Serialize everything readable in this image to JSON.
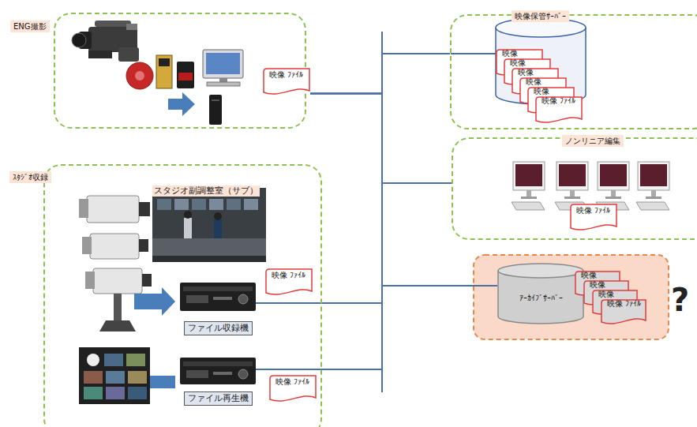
{
  "diagram": {
    "nodes": [
      {
        "text": [
          "ENG撮影"
        ]
      },
      {
        "text": [
          "映像 ﾌｧｲﾙ"
        ],
        "in": 0
      },
      {
        "text": [
          "映像保管ｻｰﾊﾞｰ"
        ]
      },
      {
        "text": [
          "映像"
        ],
        "in": 2
      },
      {
        "text": [
          "映像"
        ],
        "in": 2
      },
      {
        "text": [
          "映像"
        ],
        "in": 2
      },
      {
        "text": [
          "映像"
        ],
        "in": 2
      },
      {
        "text": [
          "映像"
        ],
        "in": 2
      },
      {
        "text": [
          "映像 ﾌｧｲﾙ"
        ],
        "in": 2
      },
      {
        "text": [
          "ノンリニア編集"
        ]
      },
      {
        "text": [
          "映像 ﾌｧｲﾙ"
        ],
        "in": 9
      },
      {
        "text": [
          "ｽﾀｼﾞｵ収録"
        ]
      },
      {
        "text": [
          "スタジオ副調整室（サブ）"
        ],
        "in": 11
      },
      {
        "text": [
          "映像 ﾌｧｲﾙ"
        ],
        "in": 11
      },
      {
        "text": [
          "ファイル収録機"
        ],
        "in": 11
      },
      {
        "text": [
          "ｱｰｶｲﾌﾞｻｰﾊﾞｰ"
        ]
      },
      {
        "text": [
          "映像"
        ]
      },
      {
        "text": [
          "映像"
        ]
      },
      {
        "text": [
          "映像"
        ]
      },
      {
        "text": [
          "映像 ﾌｧｲﾙ"
        ]
      },
      {
        "text": [
          "映像 ﾌｧｲﾙ"
        ],
        "in": 11
      },
      {
        "text": [
          "ファイル再生機"
        ],
        "in": 11
      }
    ],
    "edges": [
      {
        "from": 1,
        "to": 2,
        "arrow": "none"
      },
      {
        "from": 1,
        "to": 9,
        "arrow": "none"
      },
      {
        "from": 1,
        "to": 15,
        "arrow": "none"
      },
      {
        "from": 14,
        "to": 2,
        "arrow": "none"
      },
      {
        "from": 14,
        "to": 9,
        "arrow": "none"
      },
      {
        "from": 14,
        "to": 15,
        "arrow": "none"
      },
      {
        "from": 21,
        "to": 2,
        "arrow": "none"
      },
      {
        "from": 21,
        "to": 9,
        "arrow": "none"
      },
      {
        "from": 21,
        "to": 15,
        "arrow": "none"
      }
    ],
    "labels": [
      "?"
    ]
  }
}
